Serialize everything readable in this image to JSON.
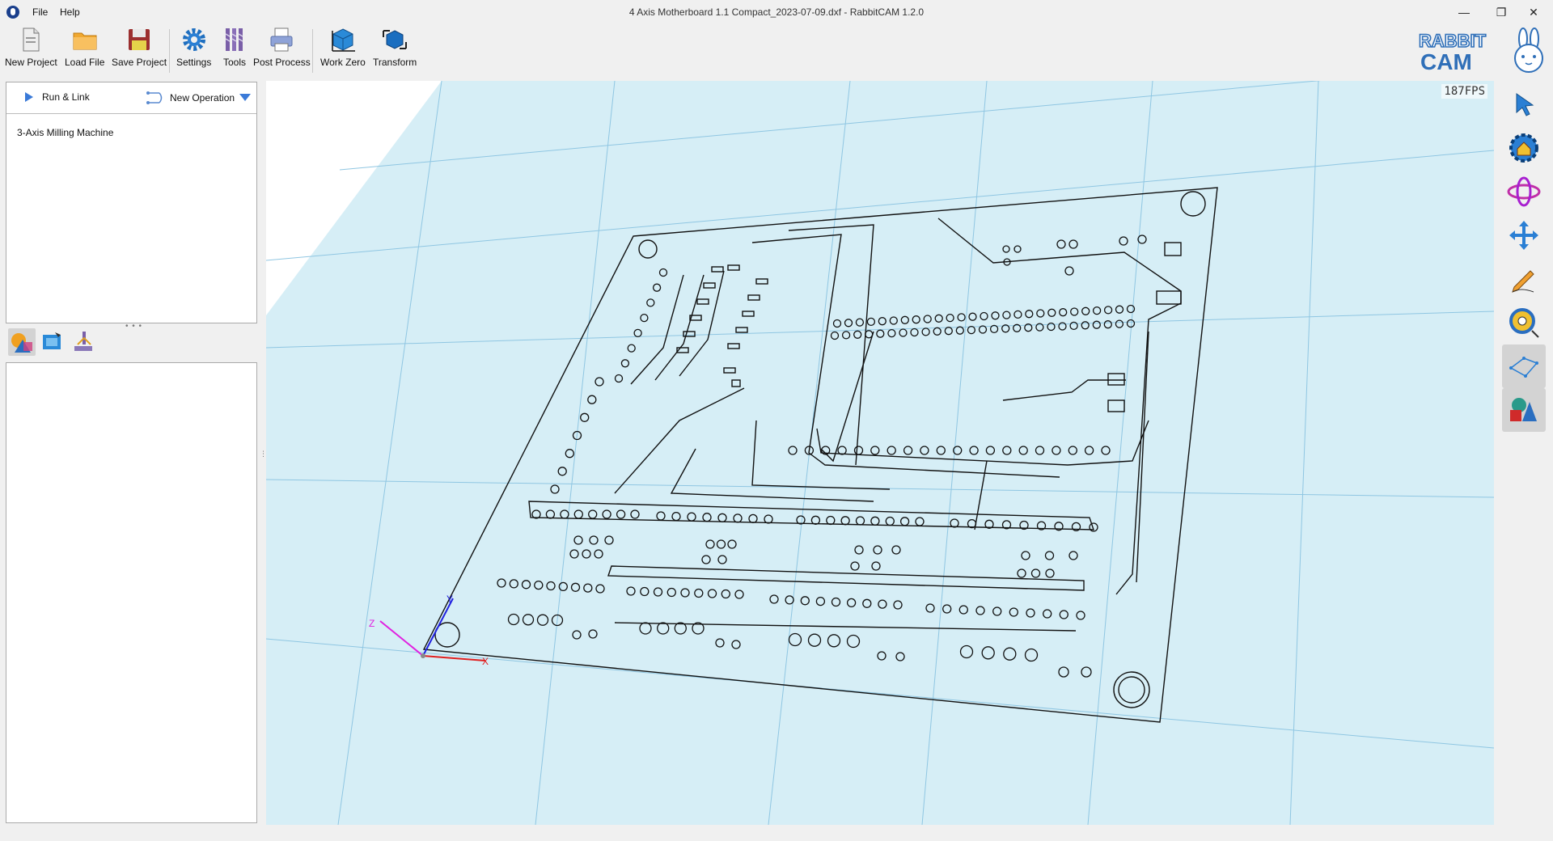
{
  "window": {
    "title": "4 Axis Motherboard 1.1 Compact_2023-07-09.dxf - RabbitCAM 1.2.0",
    "controls": {
      "minimize": "—",
      "maximize": "❐",
      "close": "✕"
    }
  },
  "menu": [
    "File",
    "Help"
  ],
  "toolbar": {
    "buttons": [
      {
        "label": "New Project",
        "icon": "new-project-icon"
      },
      {
        "label": "Load File",
        "icon": "folder-icon"
      },
      {
        "label": "Save Project",
        "icon": "save-icon"
      },
      {
        "label": "Settings",
        "icon": "gear-icon"
      },
      {
        "label": "Tools",
        "icon": "end-mill-icon"
      },
      {
        "label": "Post Process",
        "icon": "post-process-icon"
      },
      {
        "label": "Work Zero",
        "icon": "work-zero-icon"
      },
      {
        "label": "Transform",
        "icon": "transform-icon"
      }
    ]
  },
  "logo": {
    "line1": "RABBIT",
    "line2": "CAM"
  },
  "operations": {
    "run_link": "Run & Link",
    "new_operation": "New Operation",
    "items": [
      "3-Axis Milling Machine"
    ]
  },
  "panel_tabs": [
    "geometry-tab-icon",
    "toolpath-tab-icon",
    "machine-tab-icon"
  ],
  "viewport": {
    "fps": "187FPS",
    "axes": {
      "x": "X",
      "y": "Y",
      "z": "Z"
    },
    "colors": {
      "background": "#d6eef6",
      "grid": "#8fc6e2",
      "x_axis": "#e02020",
      "y_axis": "#2020e0",
      "z_axis": "#e020e0"
    }
  },
  "right_tools": [
    "select-icon",
    "home-view-icon",
    "orbit-icon",
    "pan-icon",
    "sketch-pencil-icon",
    "measure-tape-icon",
    "wireframe-icon",
    "shaded-solids-icon"
  ]
}
